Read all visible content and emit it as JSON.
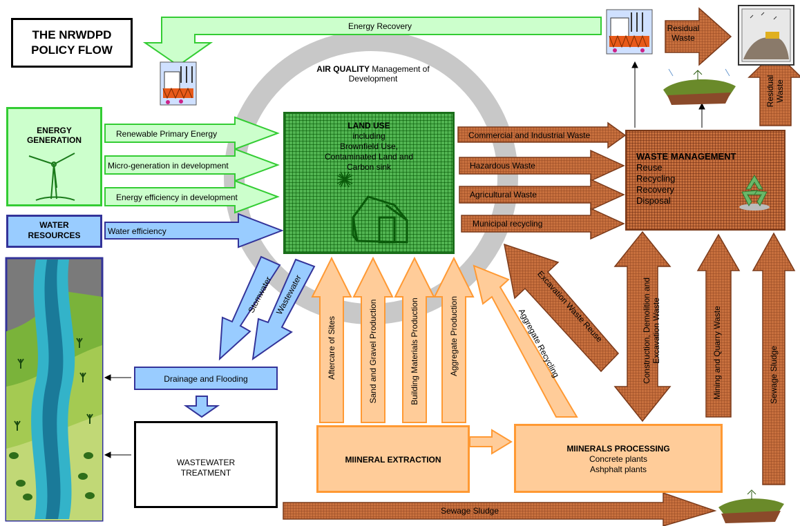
{
  "title": {
    "line1": "THE NRWDPD",
    "line2": "POLICY FLOW"
  },
  "air_quality": {
    "bold": "AIR QUALITY",
    "rest": " Management of",
    "line2": "Development"
  },
  "energy_generation": {
    "line1": "ENERGY",
    "line2": "GENERATION"
  },
  "water_resources": {
    "line1": "WATER",
    "line2": "RESOURCES"
  },
  "land_use": {
    "title": "LAND USE",
    "lines": [
      "including",
      "Brownfield Use,",
      "Contaminated Land and",
      "Carbon sink"
    ]
  },
  "waste_management": {
    "title": "WASTE MANAGEMENT",
    "items": [
      "Reuse",
      "Recycling",
      "Recovery",
      "Disposal"
    ]
  },
  "drainage": "Drainage and Flooding",
  "wastewater_treatment": {
    "line1": "WASTEWATER",
    "line2": "TREATMENT"
  },
  "mineral_extraction": "MIINERAL EXTRACTION",
  "minerals_processing": {
    "title": "MIINERALS PROCESSING",
    "line1": "Concrete plants",
    "line2": "Ashphalt plants"
  },
  "arrows": {
    "energy_recovery": "Energy Recovery",
    "renewable": "Renewable Primary Energy",
    "micro": "Micro-generation in development",
    "efficiency": "Energy efficiency in development",
    "water_efficiency": "Water efficiency",
    "commercial": "Commercial and Industrial Waste",
    "hazardous": "Hazardous Waste",
    "agricultural": "Agricultural Waste",
    "municipal": "Municipal recycling",
    "residual_right": {
      "line1": "Residual",
      "line2": "Waste"
    },
    "residual_up": {
      "line1": "Residual",
      "line2": "Waste"
    },
    "stormwater": "Stomwater",
    "wastewater": "Wastewater",
    "aftercare": "Aftercare of Sites",
    "sand_gravel": "Sand and Gravel Production",
    "building": "Building Materials Production",
    "aggregate_prod": "Aggregate Production",
    "aggregate_recycling": "Aggregate Recycling",
    "excavation_reuse": "Excavation Waste Reuse",
    "cde": {
      "line1": "Construction, Demolition and",
      "line2": "Excavation Waste"
    },
    "mining": "Mining and Quarry Waste",
    "sewage_up": "Sewage Sludge",
    "sewage_bottom": "Sewage Sludge"
  },
  "icons": [
    "power-plant-icon",
    "landfill-icon",
    "soil-icon",
    "wind-turbine-icon",
    "house-icon",
    "sun-icon",
    "recycle-icon",
    "river-landscape-icon"
  ],
  "colors": {
    "energy_green": "#ccffcc",
    "energy_border": "#33cc33",
    "water_blue": "#99ccff",
    "water_border": "#333399",
    "land_green": "#52b552",
    "waste_brown": "#c8703e",
    "mineral_orange": "#ffcc99",
    "mineral_border": "#ff9933"
  }
}
